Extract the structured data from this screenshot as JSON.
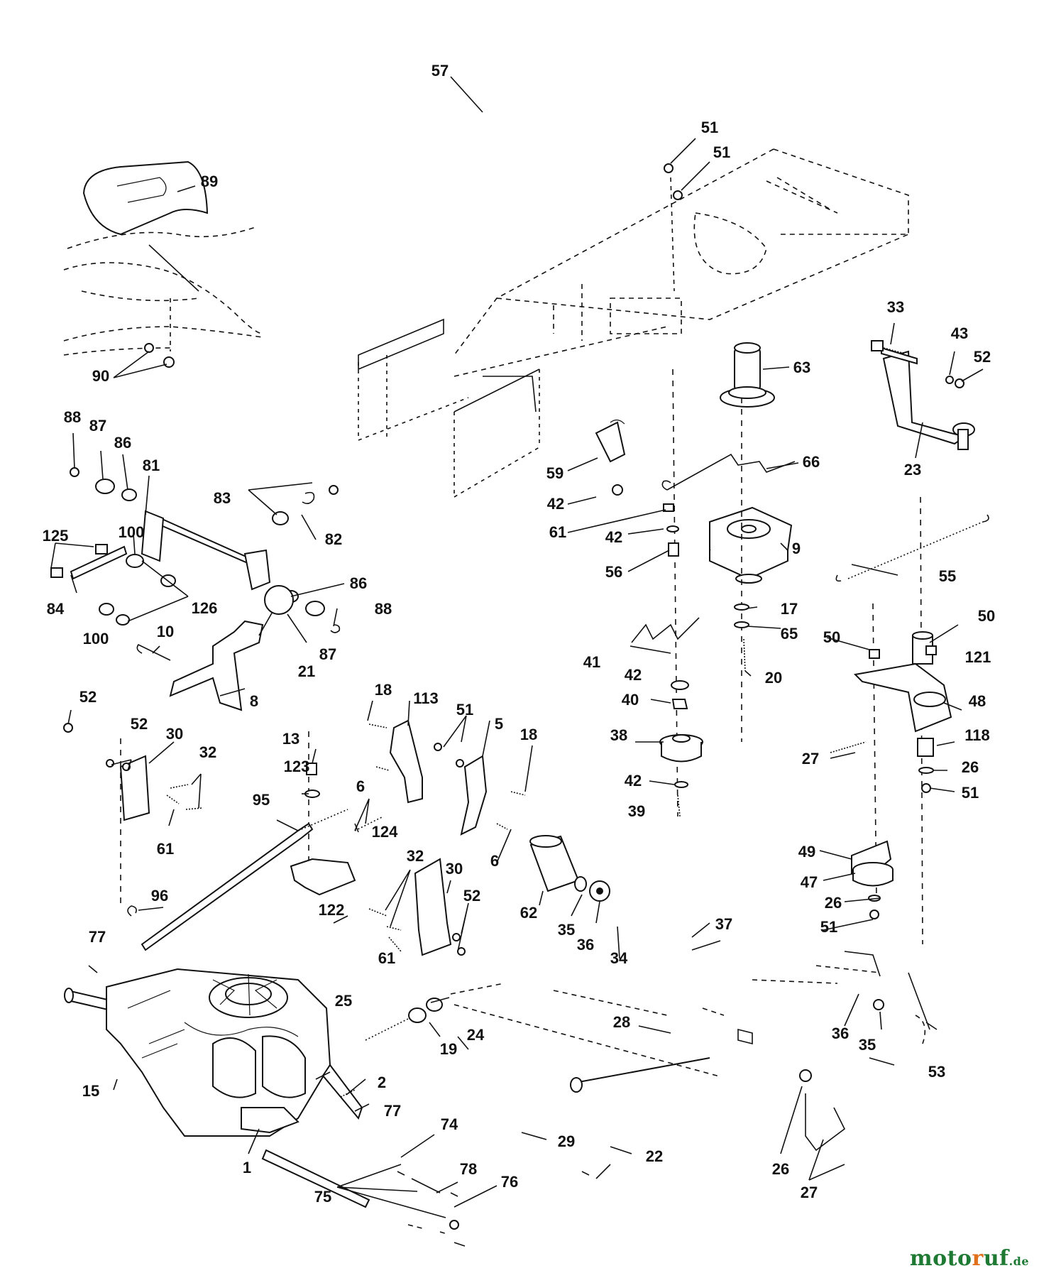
{
  "watermark": {
    "brand": "moto",
    "brand_accent": "r",
    "brand_rest": "uf",
    "tld": ".de"
  },
  "callouts": [
    {
      "id": "57",
      "text": "57"
    },
    {
      "id": "89",
      "text": "89"
    },
    {
      "id": "51a",
      "text": "51"
    },
    {
      "id": "51b",
      "text": "51"
    },
    {
      "id": "90",
      "text": "90"
    },
    {
      "id": "33",
      "text": "33"
    },
    {
      "id": "43",
      "text": "43"
    },
    {
      "id": "52a",
      "text": "52"
    },
    {
      "id": "63",
      "text": "63"
    },
    {
      "id": "88a",
      "text": "88"
    },
    {
      "id": "87a",
      "text": "87"
    },
    {
      "id": "86a",
      "text": "86"
    },
    {
      "id": "81",
      "text": "81"
    },
    {
      "id": "83",
      "text": "83"
    },
    {
      "id": "82",
      "text": "82"
    },
    {
      "id": "59",
      "text": "59"
    },
    {
      "id": "66",
      "text": "66"
    },
    {
      "id": "23",
      "text": "23"
    },
    {
      "id": "42a",
      "text": "42"
    },
    {
      "id": "61a",
      "text": "61"
    },
    {
      "id": "42b",
      "text": "42"
    },
    {
      "id": "9",
      "text": "9"
    },
    {
      "id": "125",
      "text": "125"
    },
    {
      "id": "100a",
      "text": "100"
    },
    {
      "id": "56",
      "text": "56"
    },
    {
      "id": "55",
      "text": "55"
    },
    {
      "id": "86b",
      "text": "86"
    },
    {
      "id": "84",
      "text": "84"
    },
    {
      "id": "126",
      "text": "126"
    },
    {
      "id": "88b",
      "text": "88"
    },
    {
      "id": "100b",
      "text": "100"
    },
    {
      "id": "17",
      "text": "17"
    },
    {
      "id": "10",
      "text": "10"
    },
    {
      "id": "50a",
      "text": "50"
    },
    {
      "id": "50b",
      "text": "50"
    },
    {
      "id": "65",
      "text": "65"
    },
    {
      "id": "87b",
      "text": "87"
    },
    {
      "id": "21",
      "text": "21"
    },
    {
      "id": "121",
      "text": "121"
    },
    {
      "id": "41",
      "text": "41"
    },
    {
      "id": "42c",
      "text": "42"
    },
    {
      "id": "20",
      "text": "20"
    },
    {
      "id": "8",
      "text": "8"
    },
    {
      "id": "18a",
      "text": "18"
    },
    {
      "id": "113",
      "text": "113"
    },
    {
      "id": "52b",
      "text": "52"
    },
    {
      "id": "40",
      "text": "40"
    },
    {
      "id": "48",
      "text": "48"
    },
    {
      "id": "51c",
      "text": "51"
    },
    {
      "id": "5",
      "text": "5"
    },
    {
      "id": "52c",
      "text": "52"
    },
    {
      "id": "30a",
      "text": "30"
    },
    {
      "id": "38",
      "text": "38"
    },
    {
      "id": "18b",
      "text": "18"
    },
    {
      "id": "118",
      "text": "118"
    },
    {
      "id": "13",
      "text": "13"
    },
    {
      "id": "32a",
      "text": "32"
    },
    {
      "id": "27a",
      "text": "27"
    },
    {
      "id": "26a",
      "text": "26"
    },
    {
      "id": "123",
      "text": "123"
    },
    {
      "id": "6a",
      "text": "6"
    },
    {
      "id": "42d",
      "text": "42"
    },
    {
      "id": "51d",
      "text": "51"
    },
    {
      "id": "95",
      "text": "95"
    },
    {
      "id": "39",
      "text": "39"
    },
    {
      "id": "124",
      "text": "124"
    },
    {
      "id": "61b",
      "text": "61"
    },
    {
      "id": "6b",
      "text": "6"
    },
    {
      "id": "49",
      "text": "49"
    },
    {
      "id": "32b",
      "text": "32"
    },
    {
      "id": "47",
      "text": "47"
    },
    {
      "id": "30b",
      "text": "30"
    },
    {
      "id": "62",
      "text": "62"
    },
    {
      "id": "96",
      "text": "96"
    },
    {
      "id": "52d",
      "text": "52"
    },
    {
      "id": "26b",
      "text": "26"
    },
    {
      "id": "122",
      "text": "122"
    },
    {
      "id": "51e",
      "text": "51"
    },
    {
      "id": "35a",
      "text": "35"
    },
    {
      "id": "36a",
      "text": "36"
    },
    {
      "id": "37",
      "text": "37"
    },
    {
      "id": "77a",
      "text": "77"
    },
    {
      "id": "34",
      "text": "34"
    },
    {
      "id": "61c",
      "text": "61"
    },
    {
      "id": "25",
      "text": "25"
    },
    {
      "id": "24",
      "text": "24"
    },
    {
      "id": "28",
      "text": "28"
    },
    {
      "id": "36b",
      "text": "36"
    },
    {
      "id": "19",
      "text": "19"
    },
    {
      "id": "35b",
      "text": "35"
    },
    {
      "id": "53",
      "text": "53"
    },
    {
      "id": "15",
      "text": "15"
    },
    {
      "id": "2",
      "text": "2"
    },
    {
      "id": "77b",
      "text": "77"
    },
    {
      "id": "74",
      "text": "74"
    },
    {
      "id": "29",
      "text": "29"
    },
    {
      "id": "22",
      "text": "22"
    },
    {
      "id": "26c",
      "text": "26"
    },
    {
      "id": "1",
      "text": "1"
    },
    {
      "id": "78",
      "text": "78"
    },
    {
      "id": "76",
      "text": "76"
    },
    {
      "id": "27b",
      "text": "27"
    },
    {
      "id": "75",
      "text": "75"
    }
  ]
}
